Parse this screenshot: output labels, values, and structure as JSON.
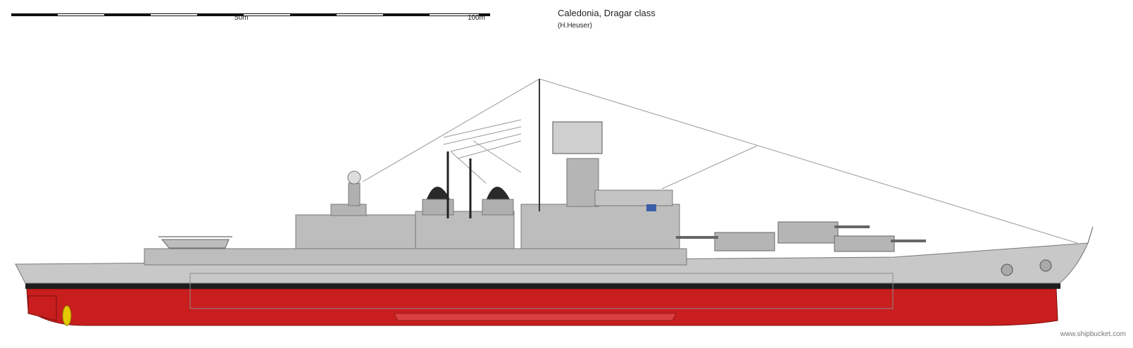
{
  "header": {
    "title": "Caledonia, Dragar class",
    "author": "(H.Heuser)"
  },
  "scale_bar": {
    "mid_label": "50m",
    "end_label": "100m"
  },
  "footer": {
    "credit": "www.shipbucket.com"
  },
  "colors": {
    "hull_upper": "#c8c8c8",
    "hull_lower": "#c81e1e",
    "boot_top": "#1e1e1e",
    "superstructure": "#bdbdbd",
    "dome": "#2a2a2a",
    "propeller": "#e6c800"
  }
}
